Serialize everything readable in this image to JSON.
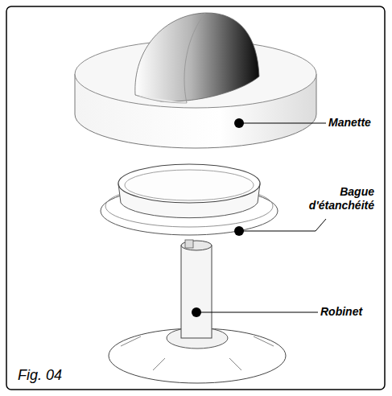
{
  "diagram": {
    "caption": "Fig. 04",
    "labels": [
      "Manette",
      "Bague d'étanchéité",
      "Robinet"
    ]
  }
}
